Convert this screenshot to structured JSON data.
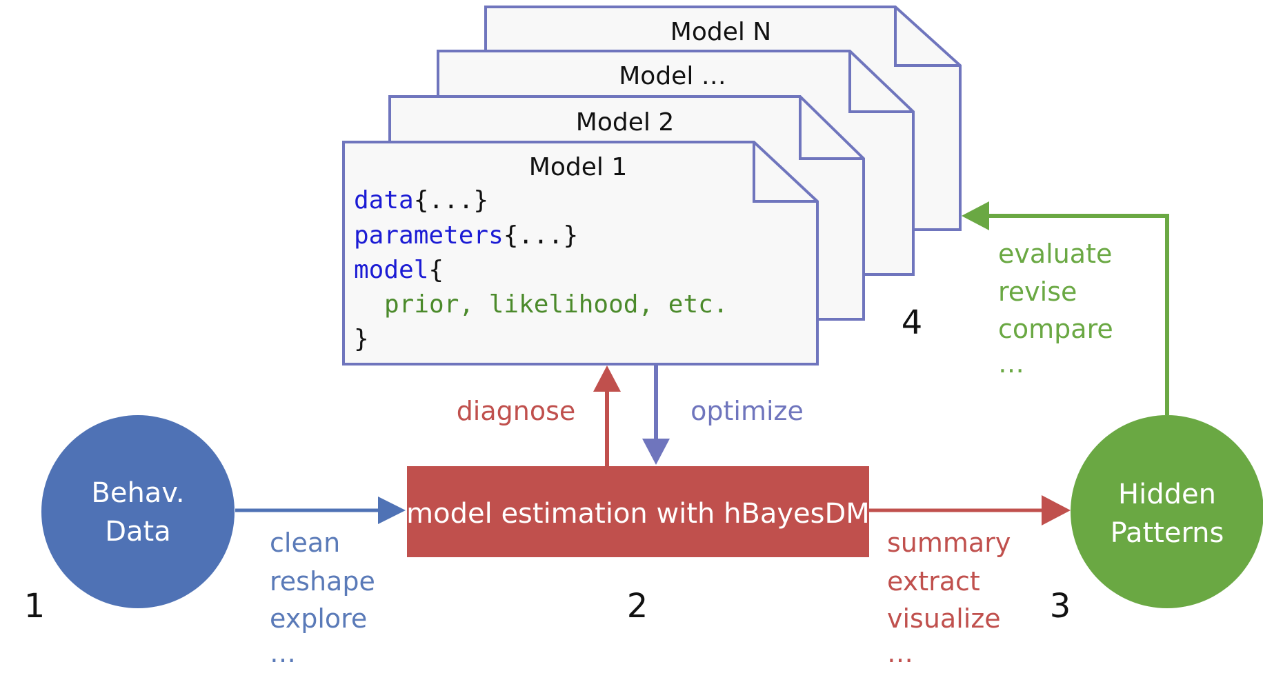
{
  "colors": {
    "blue": "#4f72b5",
    "blue_text": "#5a7ab8",
    "red": "#c0504d",
    "green": "#6aa843",
    "doc_border": "#6f75bd",
    "doc_fill": "#f8f8f8",
    "code_blue": "#1b1bd4",
    "code_green": "#4b8a2b",
    "black": "#111111"
  },
  "models": [
    {
      "title": "Model N"
    },
    {
      "title": "Model …"
    },
    {
      "title": "Model 2"
    },
    {
      "title": "Model 1"
    }
  ],
  "code": {
    "line1_kw": "data",
    "line1_rest": "{...}",
    "line2_kw": "parameters",
    "line2_rest": "{...}",
    "line3_kw": "model",
    "line3_rest": "{",
    "line4": "prior, likelihood, etc.",
    "line5": "}"
  },
  "nodes": {
    "data_line1": "Behav.",
    "data_line2": "Data",
    "estimation": "model estimation with hBayesDM",
    "patterns_line1": "Hidden",
    "patterns_line2": "Patterns"
  },
  "labels": {
    "diagnose": "diagnose",
    "optimize": "optimize",
    "prep": [
      "clean",
      "reshape",
      "explore",
      "…"
    ],
    "post": [
      "summary",
      "extract",
      "visualize",
      "…"
    ],
    "feedback": [
      "evaluate",
      "revise",
      "compare",
      "…"
    ]
  },
  "steps": {
    "s1": "1",
    "s2": "2",
    "s3": "3",
    "s4": "4"
  },
  "icons": {
    "model_doc": "dog-ear-document-icon",
    "arrow": "arrowhead-icon"
  }
}
